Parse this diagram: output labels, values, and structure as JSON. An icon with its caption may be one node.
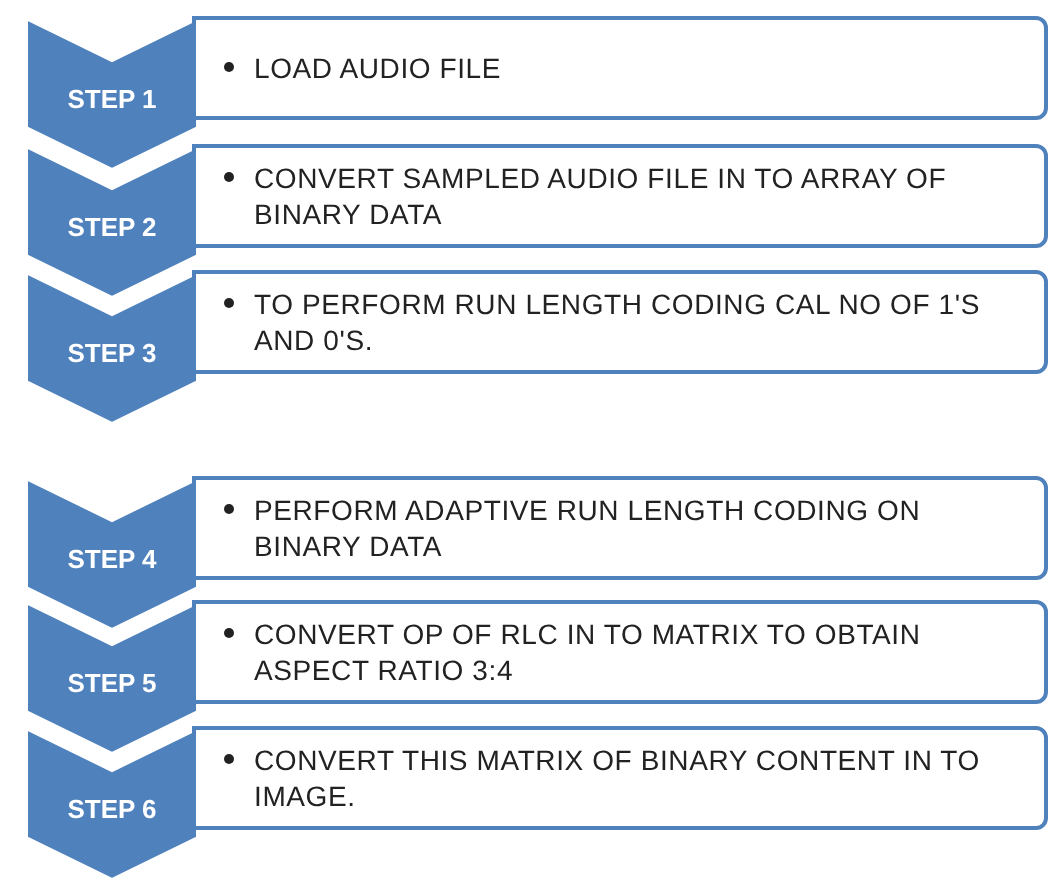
{
  "diagram": {
    "nodes": [
      {
        "text": [
          "STEP 1"
        ]
      },
      {
        "text": [
          "LOAD AUDIO FILE"
        ]
      },
      {
        "text": [
          "STEP 2"
        ]
      },
      {
        "text": [
          "CONVERT SAMPLED AUDIO FILE IN TO ARRAY OF BINARY DATA"
        ]
      },
      {
        "text": [
          "STEP 3"
        ]
      },
      {
        "text": [
          "TO PERFORM RUN LENGTH CODING CAL NO OF 1'S AND 0'S."
        ]
      },
      {
        "text": [
          "STEP 4"
        ]
      },
      {
        "text": [
          "PERFORM ADAPTIVE RUN LENGTH CODING ON BINARY DATA"
        ]
      },
      {
        "text": [
          "STEP 5"
        ]
      },
      {
        "text": [
          "CONVERT OP OF RLC IN TO MATRIX TO OBTAIN ASPECT RATIO 3:4"
        ]
      },
      {
        "text": [
          "STEP 6"
        ]
      },
      {
        "text": [
          "CONVERT THIS MATRIX OF  BINARY CONTENT IN TO IMAGE."
        ]
      }
    ]
  }
}
